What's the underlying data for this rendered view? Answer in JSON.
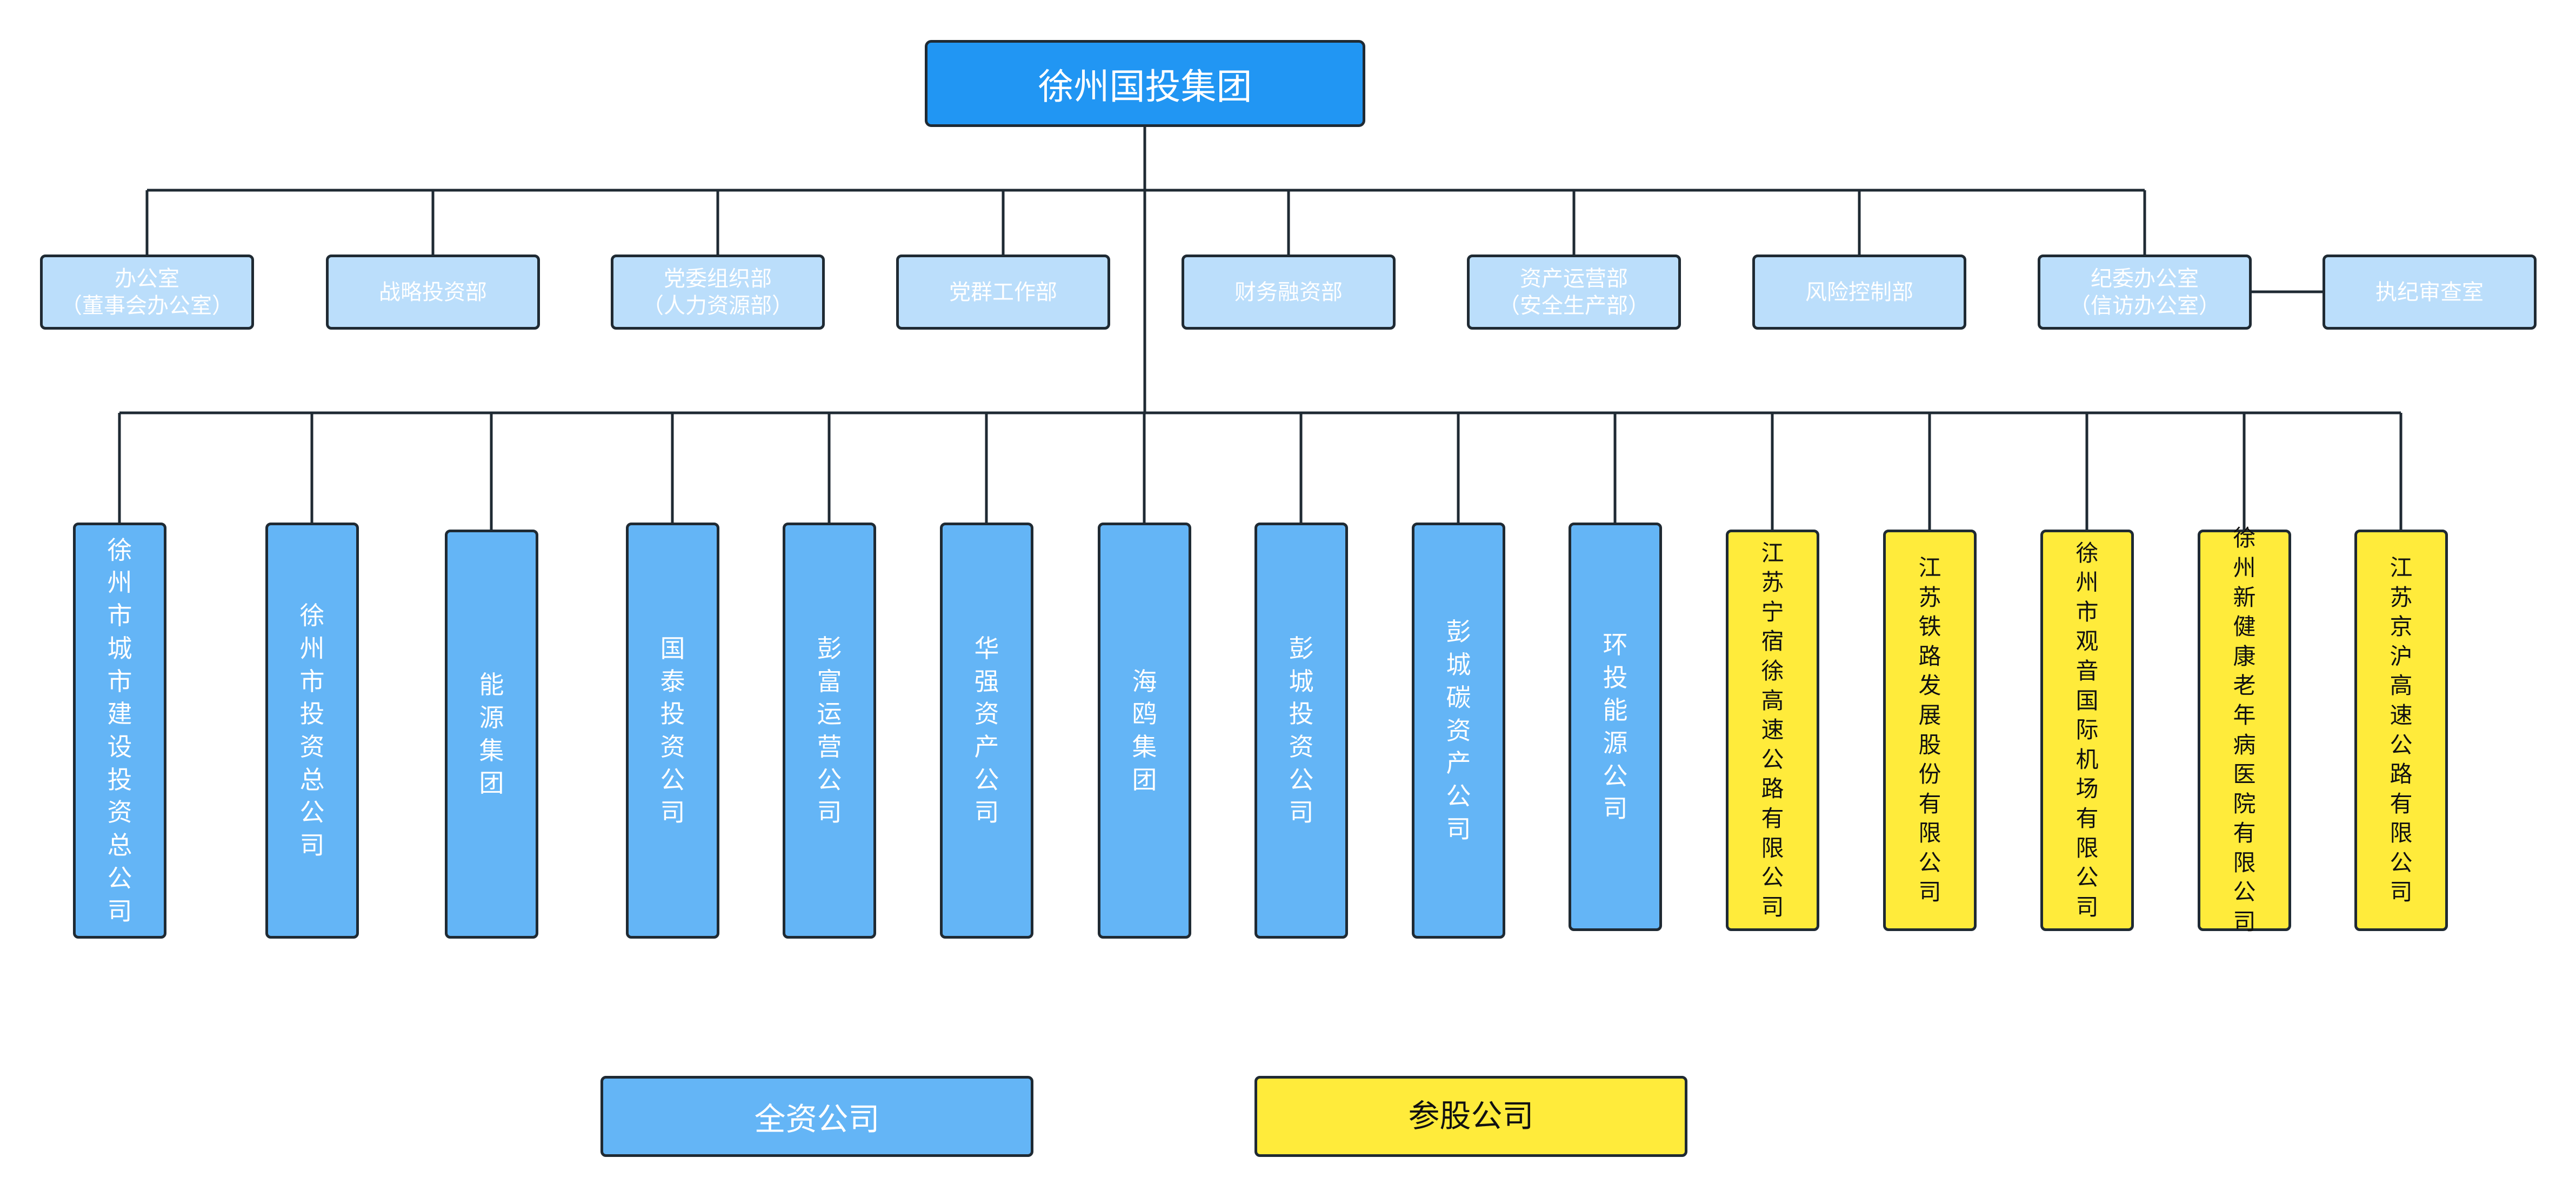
{
  "root": {
    "label": "徐州国投集团",
    "color": "#2196f3"
  },
  "departments": [
    {
      "line1": "办公室",
      "line2": "（董事会办公室）"
    },
    {
      "line1": "战略投资部",
      "line2": ""
    },
    {
      "line1": "党委组织部",
      "line2": "（人力资源部）"
    },
    {
      "line1": "党群工作部",
      "line2": ""
    },
    {
      "line1": "财务融资部",
      "line2": ""
    },
    {
      "line1": "资产运营部",
      "line2": "（安全生产部）"
    },
    {
      "line1": "风险控制部",
      "line2": ""
    },
    {
      "line1": "纪委办公室",
      "line2": "（信访办公室）"
    },
    {
      "line1": "执纪审查室",
      "line2": ""
    }
  ],
  "subsidiaries": [
    {
      "name": "徐州市城市建设投资总公司",
      "type": "全资"
    },
    {
      "name": "徐州市投资总公司",
      "type": "全资"
    },
    {
      "name": "能源集团",
      "type": "全资"
    },
    {
      "name": "国泰投资公司",
      "type": "全资"
    },
    {
      "name": "彭富运营公司",
      "type": "全资"
    },
    {
      "name": "华强资产公司",
      "type": "全资"
    },
    {
      "name": "海鸥集团",
      "type": "全资"
    },
    {
      "name": "彭城投资公司",
      "type": "全资"
    },
    {
      "name": "彭城碳资产公司",
      "type": "全资"
    },
    {
      "name": "环投能源公司",
      "type": "全资"
    },
    {
      "name": "江苏宁宿徐高速公路有限公司",
      "type": "参股"
    },
    {
      "name": "江苏铁路发展股份有限公司",
      "type": "参股"
    },
    {
      "name": "徐州市观音国际机场有限公司",
      "type": "参股"
    },
    {
      "name": "徐州新健康老年病医院有限公司",
      "type": "参股"
    },
    {
      "name": "江苏京沪高速公路有限公司",
      "type": "参股"
    }
  ],
  "legend": {
    "wholly_owned": "全资公司",
    "shareholding": "参股公司"
  },
  "colors": {
    "root": "#2196f3",
    "department": "#bbdefb",
    "wholly_owned": "#64b5f6",
    "shareholding": "#ffeb3b",
    "line": "#1f2a33"
  }
}
